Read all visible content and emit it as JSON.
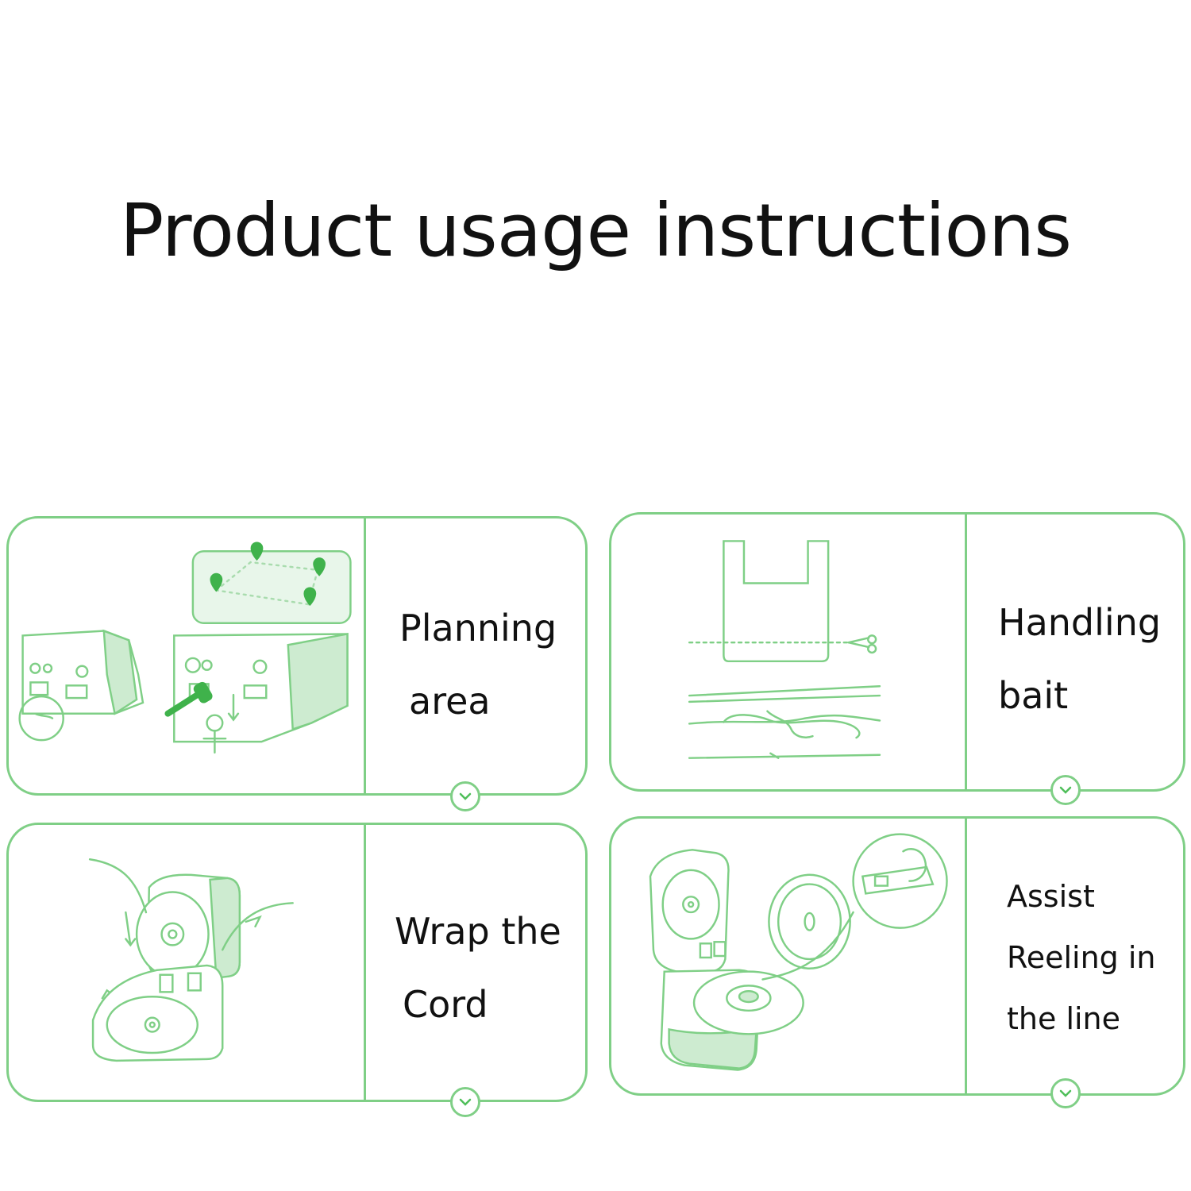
{
  "title": "Product usage instructions",
  "accent_color": "#7fcf86",
  "steps": [
    {
      "lines": [
        "Planning",
        "area"
      ],
      "illustration": "robot-mower-map-illustration"
    },
    {
      "lines": [
        "Handling",
        "bait"
      ],
      "illustration": "bait-bag-scissors-illustration"
    },
    {
      "lines": [
        "Wrap the",
        "Cord"
      ],
      "illustration": "cord-spool-wrap-illustration"
    },
    {
      "lines": [
        "Assist",
        "Reeling in",
        "the line"
      ],
      "illustration": "line-reel-assist-illustration"
    }
  ]
}
